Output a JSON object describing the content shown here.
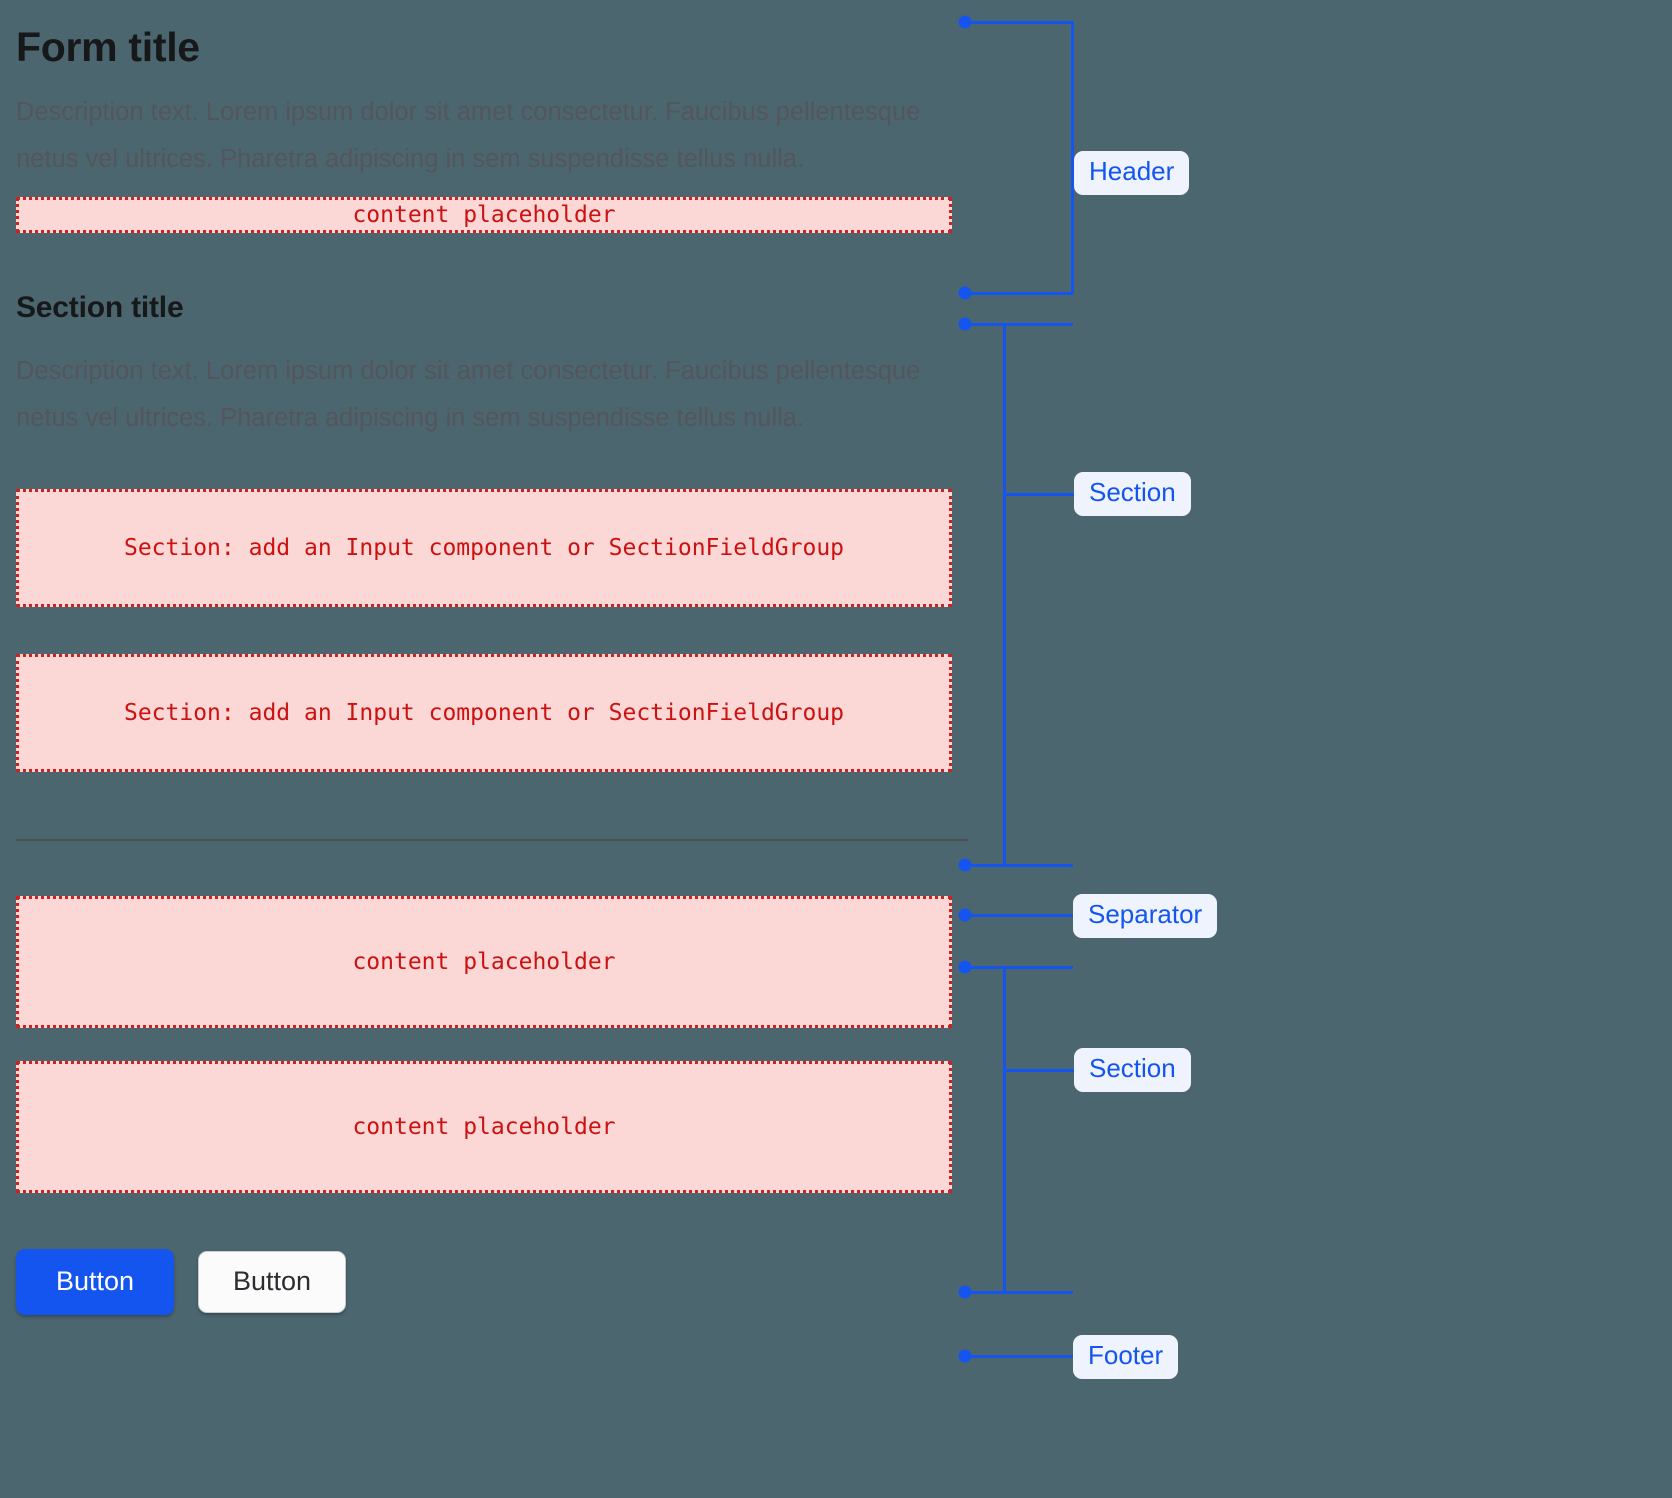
{
  "background_color": "#4c6670",
  "accent_color": "#1455f0",
  "placeholder_color": "#cc1111",
  "placeholder_fill": "#fbd7d6",
  "form": {
    "title": "Form title",
    "header_description": "Description text. Lorem ipsum dolor sit amet consectetur. Faucibus pellentesque netus vel ultrices. Pharetra adipiscing in sem suspendisse tellus nulla.",
    "header_placeholder": "content placeholder",
    "section_title": "Section title",
    "section_description": "Description text. Lorem ipsum dolor sit amet consectetur. Faucibus pellentesque netus vel ultrices. Pharetra adipiscing in sem suspendisse tellus nulla.",
    "section_field_placeholder_1": "Section: add an Input component or SectionFieldGroup",
    "section_field_placeholder_2": "Section: add an Input component or SectionFieldGroup",
    "content_placeholder_1": "content placeholder",
    "content_placeholder_2": "content placeholder"
  },
  "footer": {
    "primary_button": "Button",
    "secondary_button": "Button"
  },
  "annotations": [
    {
      "label": "Header"
    },
    {
      "label": "Section"
    },
    {
      "label": "Separator"
    },
    {
      "label": "Section"
    },
    {
      "label": "Footer"
    }
  ]
}
